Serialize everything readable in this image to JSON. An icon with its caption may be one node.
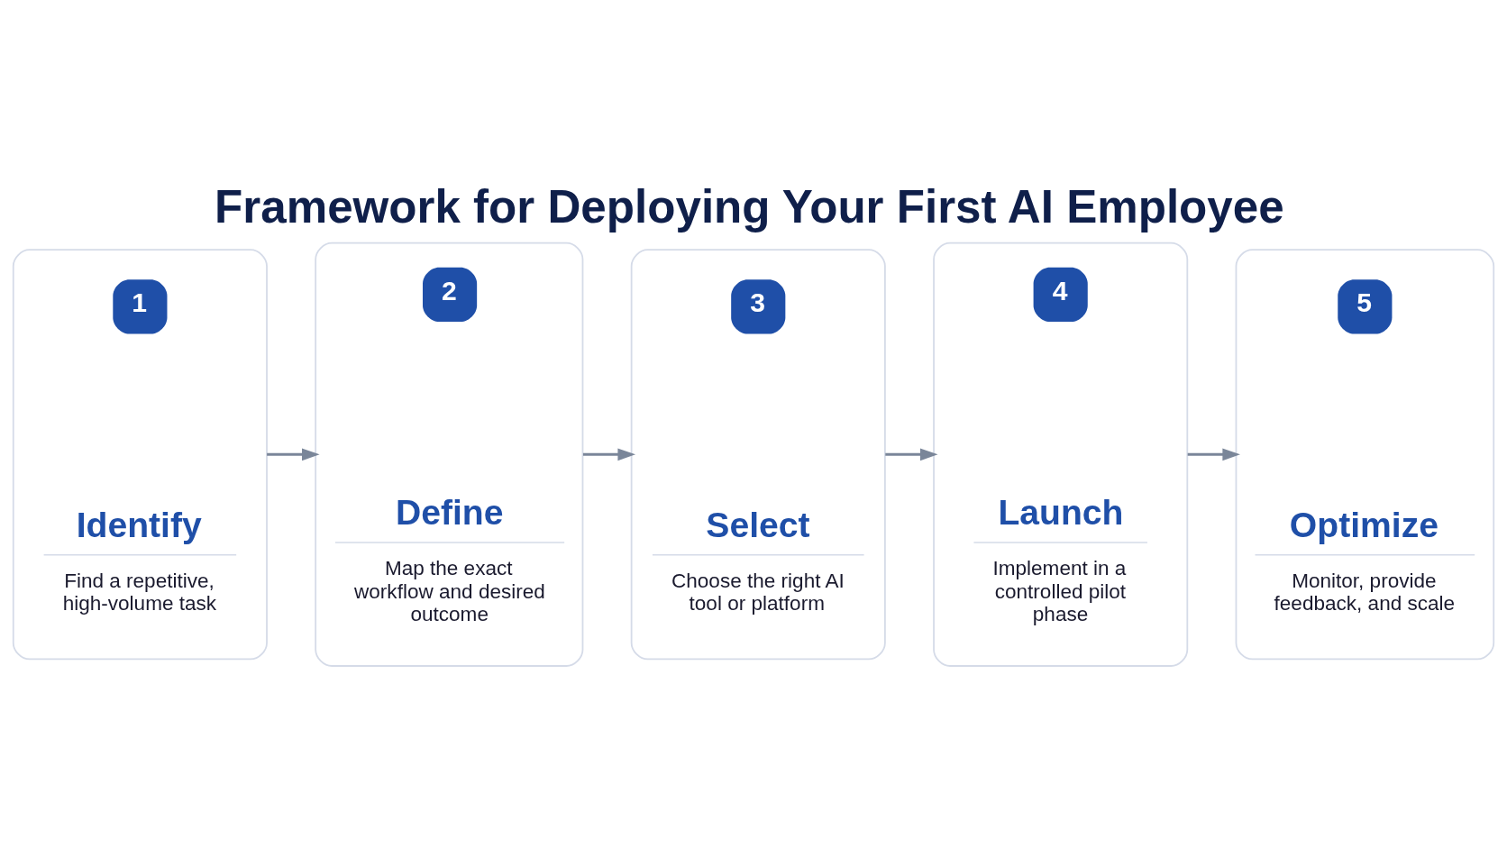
{
  "diagram": {
    "title": "Framework for Deploying Your First AI Employee",
    "nodes": [
      {
        "text": [
          "1",
          "Identify",
          "Find a repetitive, high-volume task"
        ]
      },
      {
        "text": [
          "2",
          "Define",
          "Map the exact workflow and desired outcome"
        ]
      },
      {
        "text": [
          "3",
          "Select",
          "Choose the right AI tool or platform"
        ]
      },
      {
        "text": [
          "4",
          "Launch",
          "Implement in a controlled pilot phase"
        ]
      },
      {
        "text": [
          "5",
          "Optimize",
          "Monitor, provide feedback, and scale"
        ]
      }
    ],
    "edges": [
      {
        "from": 0,
        "to": 1,
        "arrow": "to"
      },
      {
        "from": 1,
        "to": 2,
        "arrow": "to"
      },
      {
        "from": 2,
        "to": 3,
        "arrow": "to"
      },
      {
        "from": 3,
        "to": 4,
        "arrow": "to"
      }
    ]
  }
}
